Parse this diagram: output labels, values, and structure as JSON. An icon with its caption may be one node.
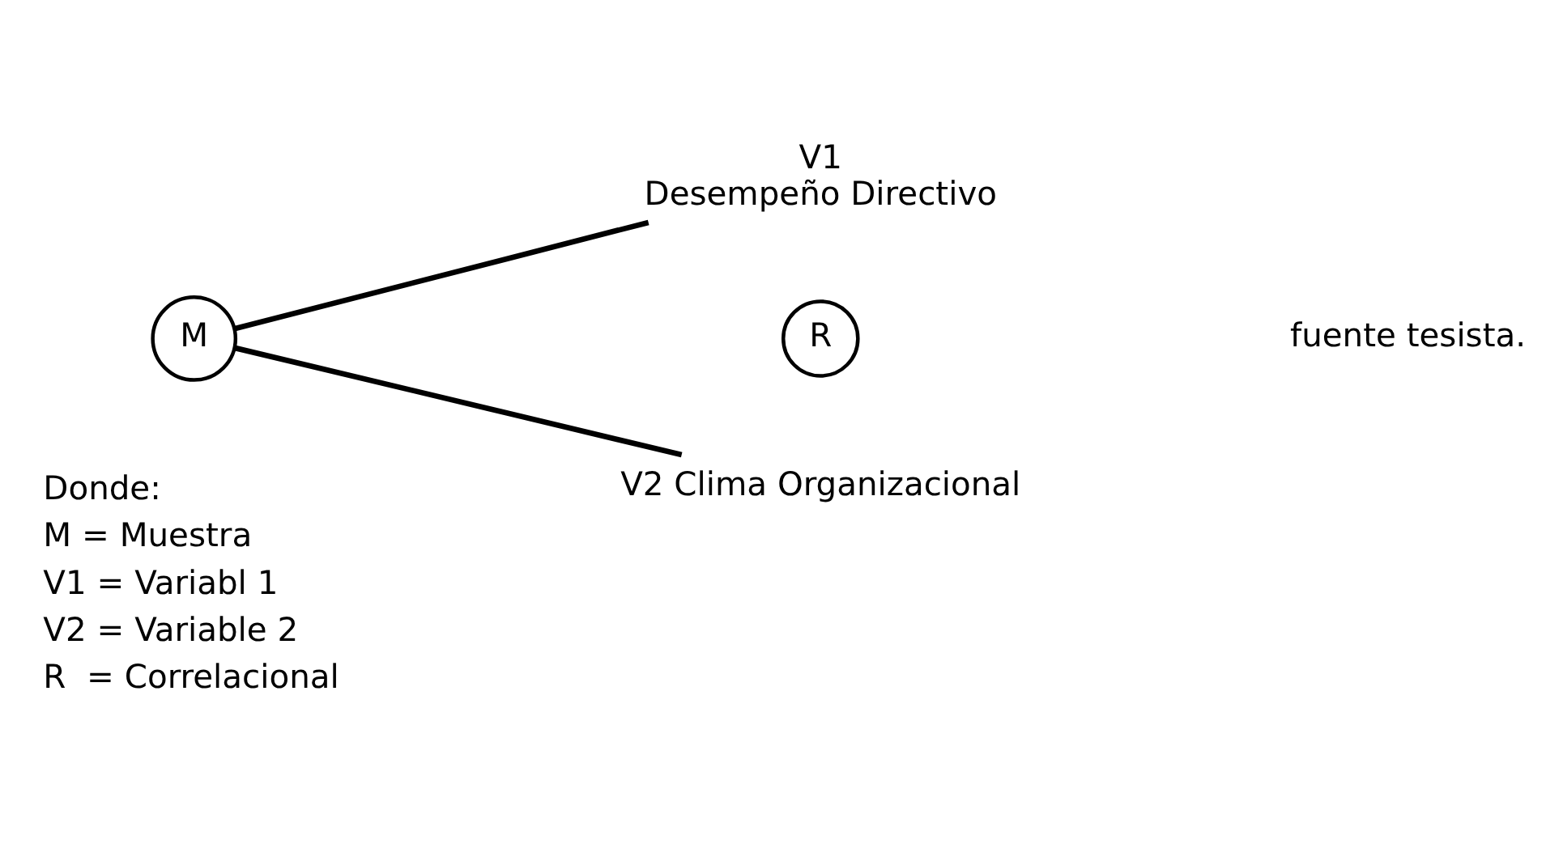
{
  "diagram": {
    "nodes": [
      {
        "text": [
          "M"
        ]
      },
      {
        "text": [
          "V1",
          "Desempeño Directivo"
        ]
      },
      {
        "text": [
          "R"
        ]
      },
      {
        "text": [
          "V2 Clima Organizacional"
        ]
      }
    ],
    "edges": [
      {
        "from": 0,
        "to": 1,
        "arrow": "none"
      },
      {
        "from": 0,
        "to": 3,
        "arrow": "none"
      }
    ],
    "labels": [
      "Donde:",
      "M = Muestra",
      "V1 = Variabl 1",
      "V2 = Variable 2",
      "R  = Correlacional",
      "fuente tesista."
    ]
  }
}
